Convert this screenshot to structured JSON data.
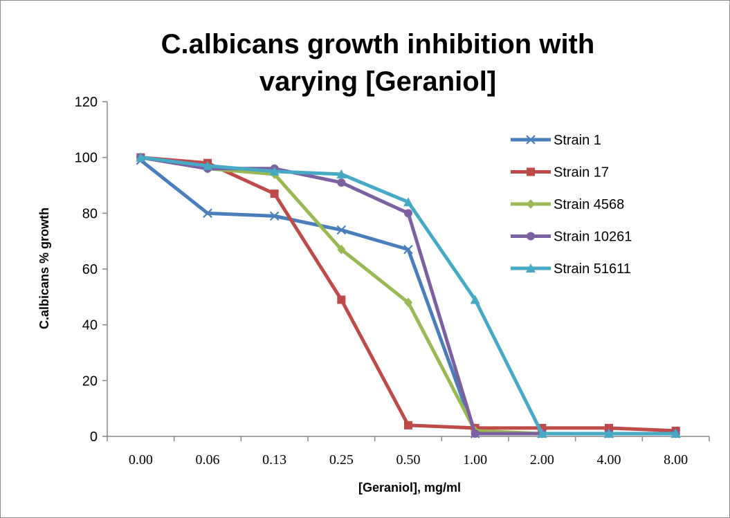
{
  "chart_data": {
    "type": "line",
    "title": "C.albicans growth inhibition with varying [Geraniol]",
    "xlabel": "[Geraniol], mg/ml",
    "ylabel": "C.albicans % growth",
    "categories": [
      "0.00",
      "0.06",
      "0.13",
      "0.25",
      "0.50",
      "1.00",
      "2.00",
      "4.00",
      "8.00"
    ],
    "ylim": [
      0,
      120
    ],
    "yticks": [
      0,
      20,
      40,
      60,
      80,
      100,
      120
    ],
    "grid": false,
    "legend": "right",
    "series": [
      {
        "name": "Strain 1",
        "color": "#4a7ebb",
        "marker": "x",
        "values": [
          99,
          80,
          79,
          74,
          67,
          1,
          1,
          1,
          1
        ]
      },
      {
        "name": "Strain 17",
        "color": "#be4b48",
        "marker": "square",
        "values": [
          100,
          98,
          87,
          49,
          4,
          3,
          3,
          3,
          2
        ]
      },
      {
        "name": "Strain 4568",
        "color": "#98b954",
        "marker": "diamond",
        "values": [
          100,
          96,
          94,
          67,
          48,
          2,
          1,
          1,
          1
        ]
      },
      {
        "name": "Strain 10261",
        "color": "#7d60a0",
        "marker": "circle",
        "values": [
          100,
          96,
          96,
          91,
          80,
          1,
          1,
          1,
          1
        ]
      },
      {
        "name": "Strain 51611",
        "color": "#46aac5",
        "marker": "triangle",
        "values": [
          100,
          97,
          95,
          94,
          84,
          49,
          1,
          1,
          1
        ]
      }
    ]
  }
}
